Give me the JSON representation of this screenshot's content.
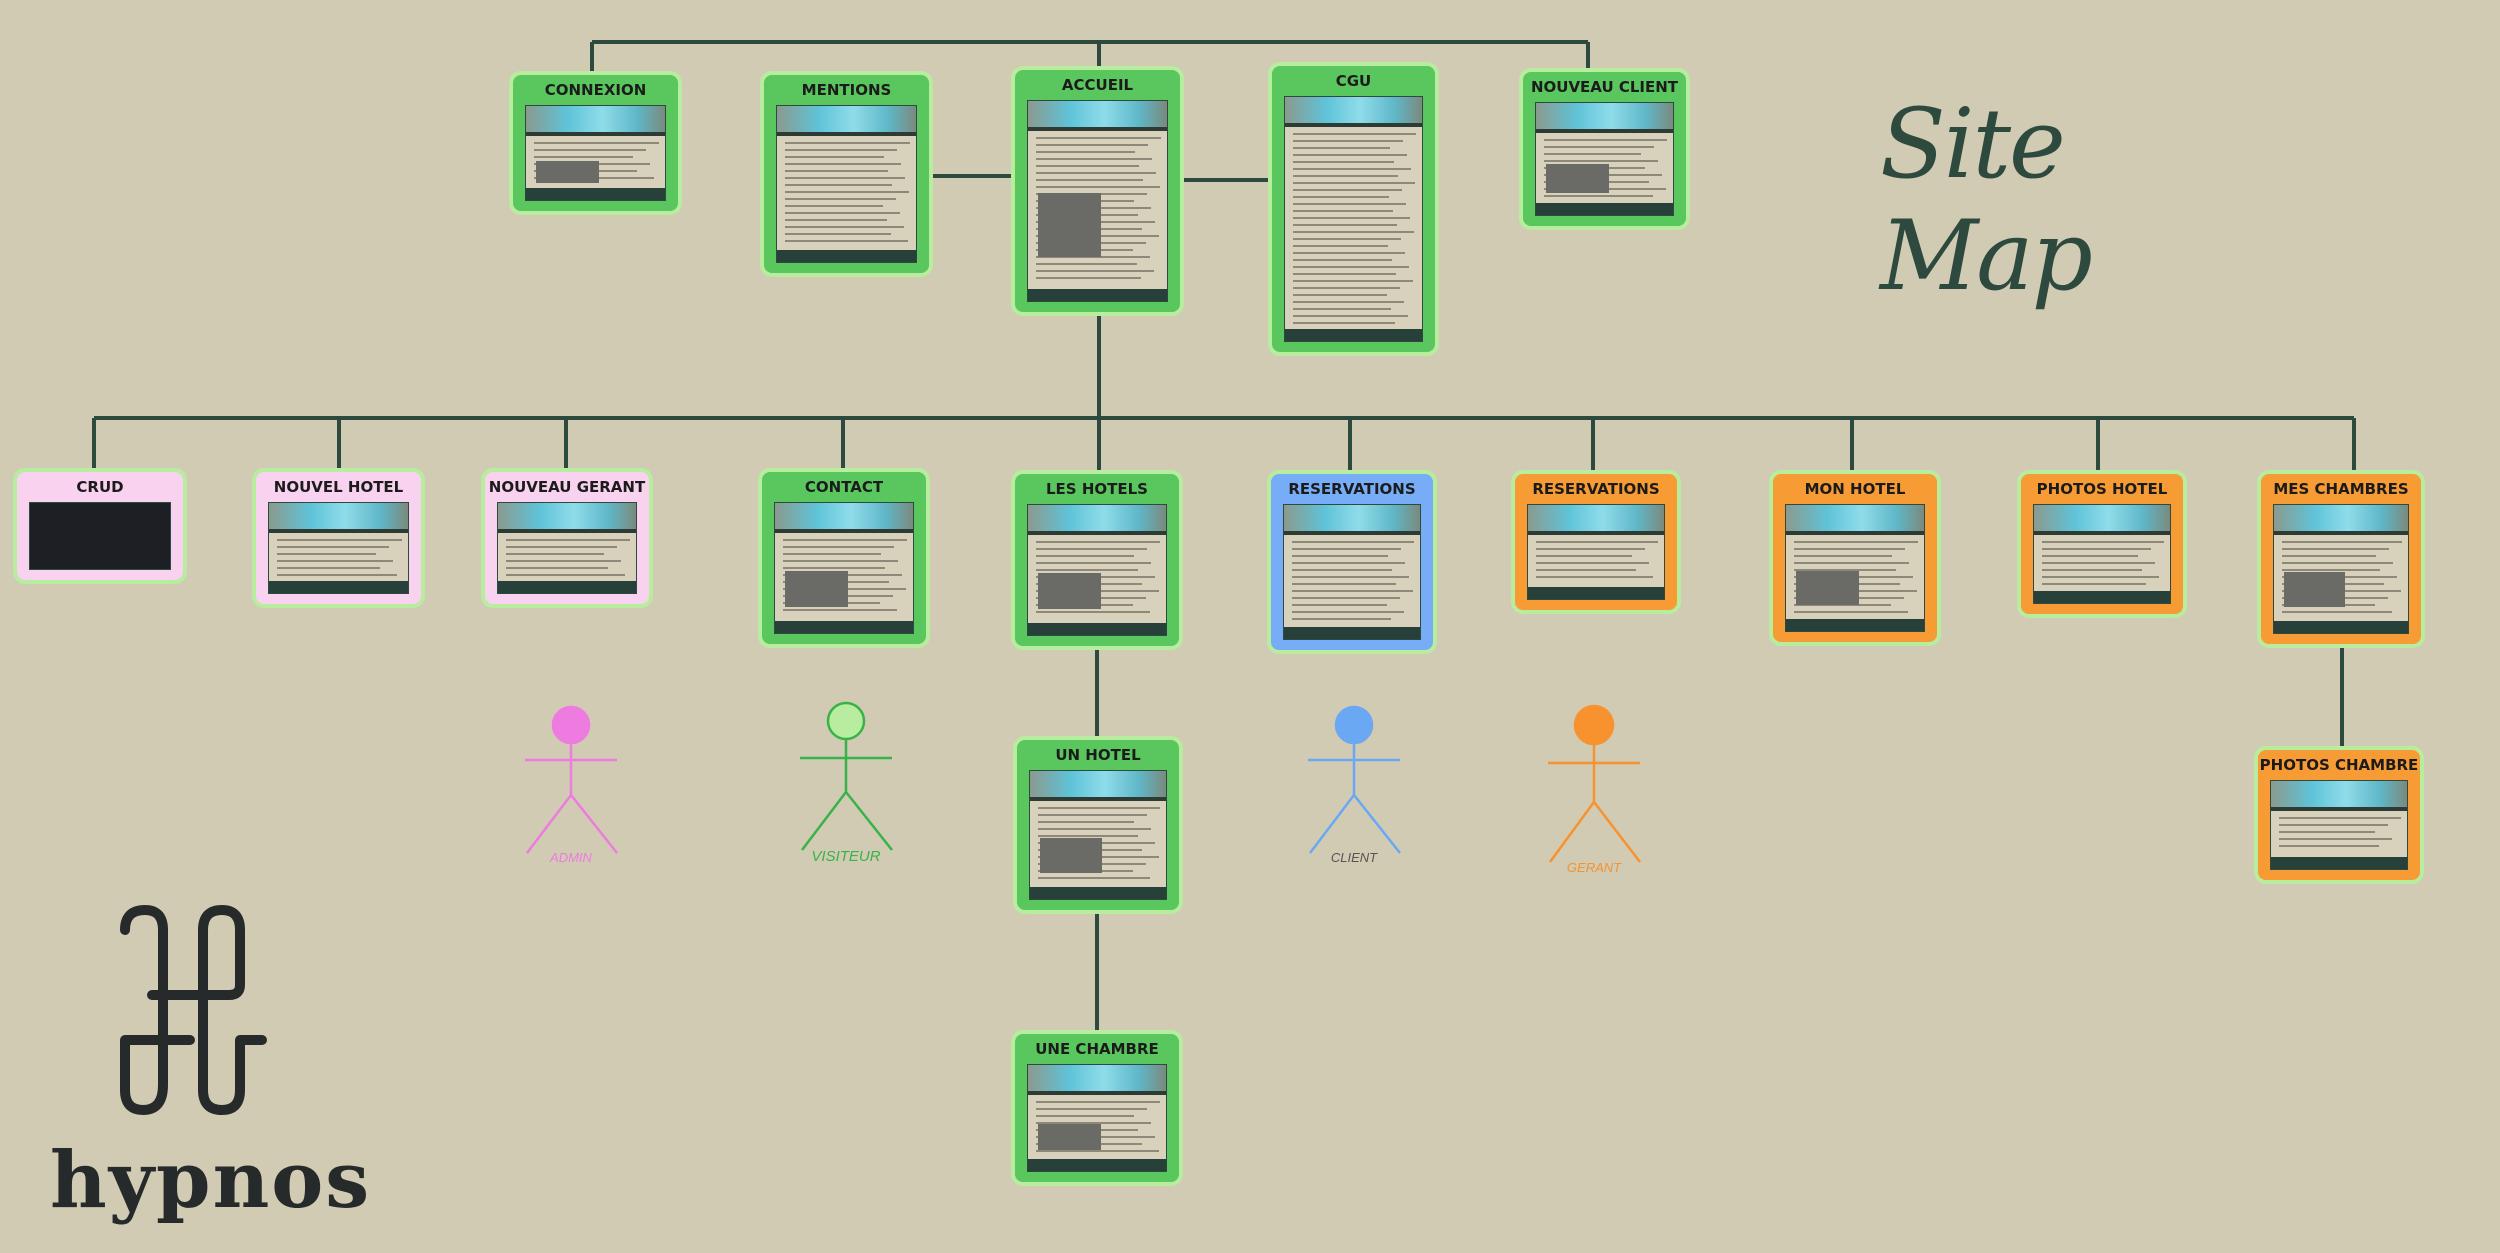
{
  "title": "Site Map",
  "brand": "hypnos",
  "colors": {
    "background": "#d1cbb3",
    "connector": "#2e4a3f",
    "visiteur": "#5ac65e",
    "admin": "#ee7be0",
    "client": "#6aa8f4",
    "gerant": "#f7922f"
  },
  "pages": [
    {
      "id": "connexion",
      "label": "CONNEXION",
      "role": "visiteur"
    },
    {
      "id": "mentions",
      "label": "MENTIONS",
      "role": "visiteur"
    },
    {
      "id": "accueil",
      "label": "ACCUEIL",
      "role": "visiteur"
    },
    {
      "id": "cgu",
      "label": "CGU",
      "role": "visiteur"
    },
    {
      "id": "nouveau-client",
      "label": "NOUVEAU CLIENT",
      "role": "visiteur"
    },
    {
      "id": "crud",
      "label": "CRUD",
      "role": "admin"
    },
    {
      "id": "nouvel-hotel",
      "label": "NOUVEL HOTEL",
      "role": "admin"
    },
    {
      "id": "nouveau-gerant",
      "label": "NOUVEAU GERANT",
      "role": "admin"
    },
    {
      "id": "contact",
      "label": "CONTACT",
      "role": "visiteur"
    },
    {
      "id": "les-hotels",
      "label": "LES HOTELS",
      "role": "visiteur"
    },
    {
      "id": "reservations-client",
      "label": "RESERVATIONS",
      "role": "client"
    },
    {
      "id": "reservations-gerant",
      "label": "RESERVATIONS",
      "role": "gerant"
    },
    {
      "id": "mon-hotel",
      "label": "MON HOTEL",
      "role": "gerant"
    },
    {
      "id": "photos-hotel",
      "label": "PHOTOS HOTEL",
      "role": "gerant"
    },
    {
      "id": "mes-chambres",
      "label": "MES CHAMBRES",
      "role": "gerant"
    },
    {
      "id": "un-hotel",
      "label": "UN HOTEL",
      "role": "visiteur"
    },
    {
      "id": "photos-chambre",
      "label": "PHOTOS CHAMBRE",
      "role": "gerant"
    },
    {
      "id": "une-chambre",
      "label": "UNE CHAMBRE",
      "role": "visiteur"
    }
  ],
  "actors": [
    {
      "id": "admin",
      "label": "ADMIN"
    },
    {
      "id": "visiteur",
      "label": "VISITEUR"
    },
    {
      "id": "client",
      "label": "CLIENT"
    },
    {
      "id": "gerant",
      "label": "GERANT"
    }
  ],
  "edges": [
    [
      "accueil",
      "connexion"
    ],
    [
      "accueil",
      "nouveau-client"
    ],
    [
      "accueil",
      "mentions"
    ],
    [
      "accueil",
      "cgu"
    ],
    [
      "accueil",
      "crud"
    ],
    [
      "accueil",
      "nouvel-hotel"
    ],
    [
      "accueil",
      "nouveau-gerant"
    ],
    [
      "accueil",
      "contact"
    ],
    [
      "accueil",
      "les-hotels"
    ],
    [
      "accueil",
      "reservations-client"
    ],
    [
      "accueil",
      "reservations-gerant"
    ],
    [
      "accueil",
      "mon-hotel"
    ],
    [
      "accueil",
      "photos-hotel"
    ],
    [
      "accueil",
      "mes-chambres"
    ],
    [
      "les-hotels",
      "un-hotel"
    ],
    [
      "un-hotel",
      "une-chambre"
    ],
    [
      "mes-chambres",
      "photos-chambre"
    ]
  ]
}
